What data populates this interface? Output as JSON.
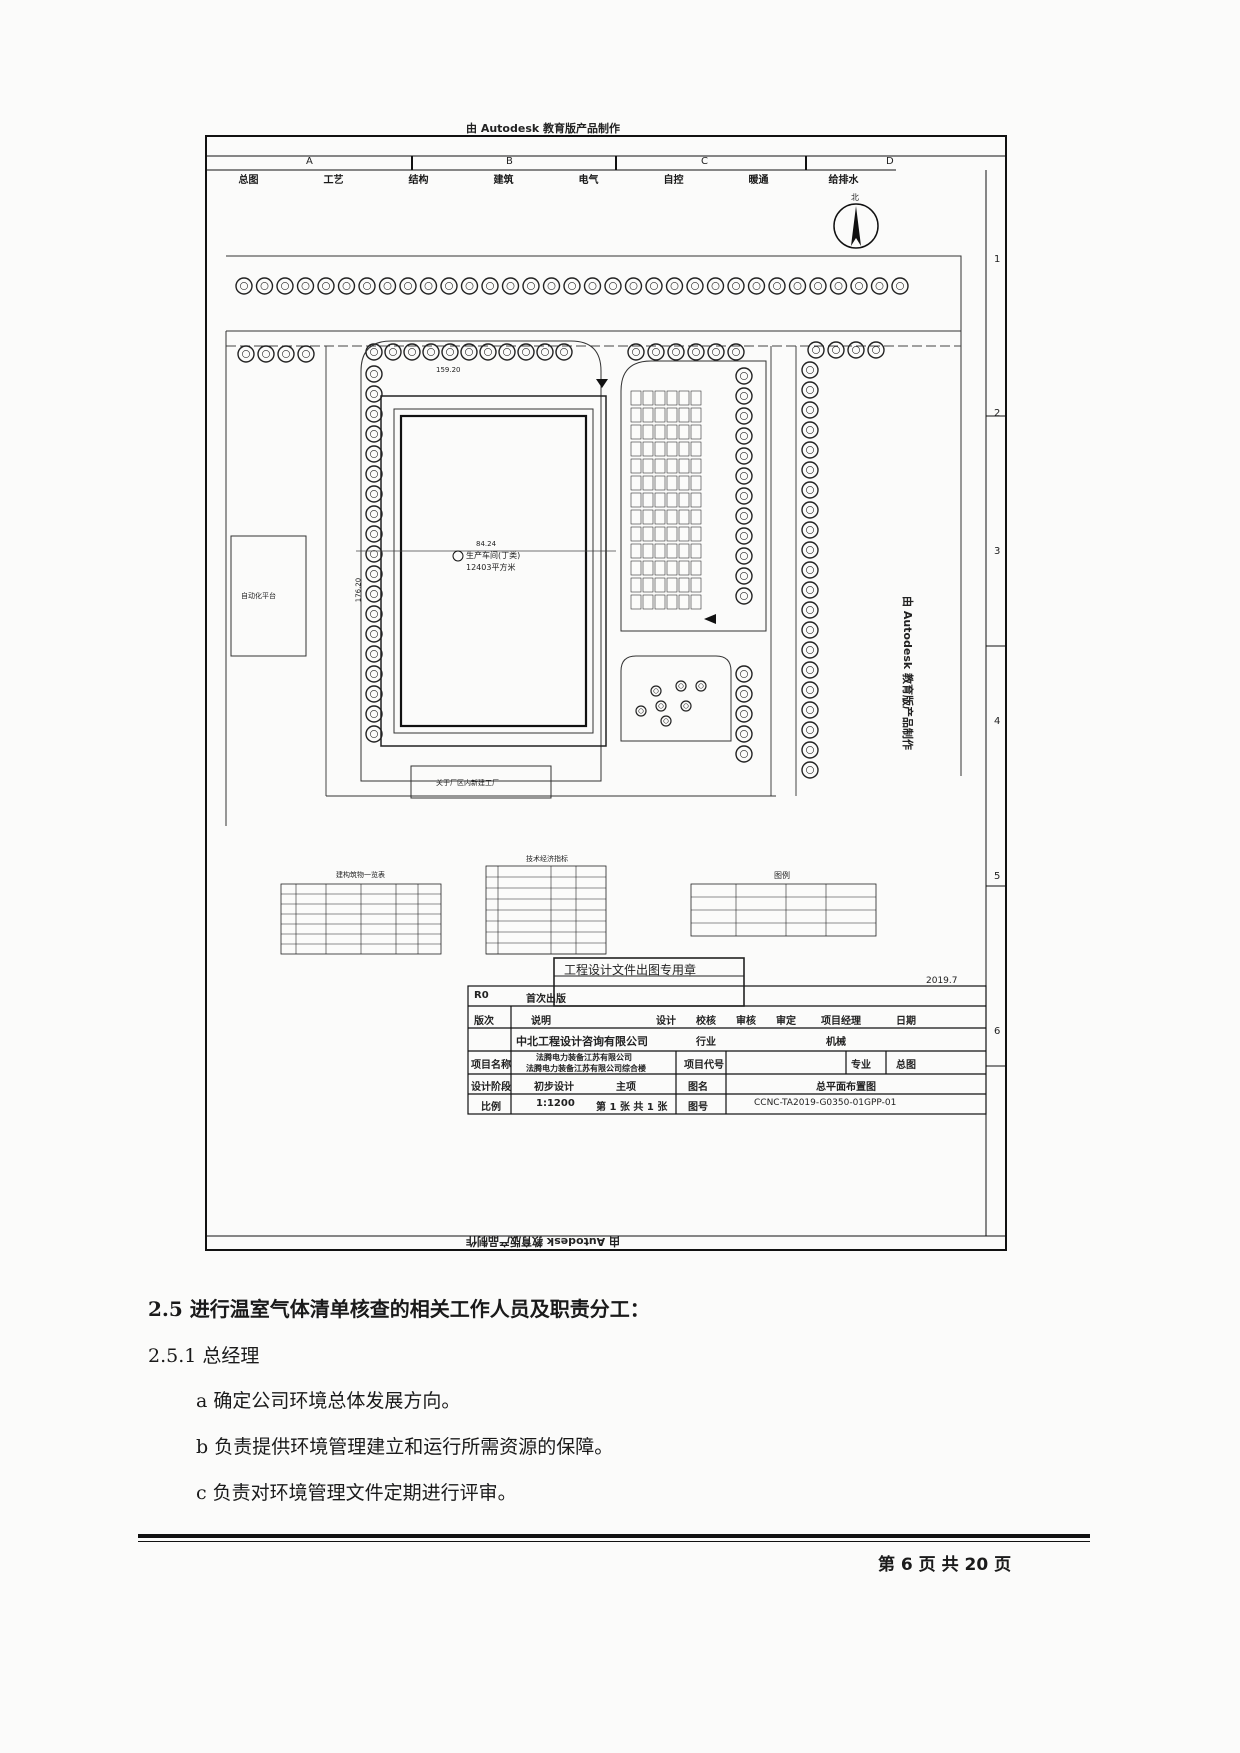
{
  "drawing": {
    "watermark_top": "由 Autodesk 教育版产品制作",
    "watermark_side": "由 Autodesk 教育版产品制作",
    "watermark_bottom": "由 Autodesk 教育版产品制作",
    "column_letters": [
      "A",
      "B",
      "C",
      "D"
    ],
    "row_numbers": [
      "1",
      "2",
      "3",
      "4",
      "5",
      "6"
    ],
    "discipline_headers": [
      "总图",
      "工艺",
      "结构",
      "建筑",
      "电气",
      "自控",
      "暖通",
      "给排水"
    ],
    "north_label": "北",
    "building_label": "生产车间(丁类)",
    "building_area": "12403平方米",
    "dim_width": "84.24",
    "dim_top": "159.20",
    "dim_side": "176.20",
    "left_lot_label": "自动化平台",
    "bottom_lot_label": "关于厂区内新建工厂",
    "table1_title": "建构筑物一览表",
    "table2_title": "技术经济指标",
    "legend_title": "图例",
    "stamp_text": "工程设计文件出图专用章",
    "title_block": {
      "rev": "R0",
      "first_issue": "首次出版",
      "version": "版次",
      "description": "说明",
      "design": "设计",
      "check": "校核",
      "review": "审核",
      "approve": "审定",
      "pm": "项目经理",
      "date_label": "日期",
      "date_value": "2019.7",
      "company": "中北工程设计咨询有限公司",
      "industry_label": "行业",
      "industry_value": "机械",
      "project_name_label": "项目名称",
      "project_name_1": "法腾电力装备江苏有限公司",
      "project_name_2": "法腾电力装备江苏有限公司综合楼",
      "project_code_label": "项目代号",
      "specialty_label": "专业",
      "specialty_value": "总图",
      "stage_label": "设计阶段",
      "stage_value": "初步设计",
      "main_item": "主项",
      "drawing_name_label": "图名",
      "drawing_name_value": "总平面布置图",
      "scale_label": "比例",
      "scale_value": "1:1200",
      "sheet": "第 1 张 共 1 张",
      "drawing_no_label": "图号",
      "drawing_no_value": "CCNC-TA2019-G0350-01GPP-01"
    }
  },
  "section": {
    "title": "2.5 进行温室气体清单核查的相关工作人员及职责分工：",
    "subsection": "2.5.1 总经理",
    "items": [
      "a 确定公司环境总体发展方向。",
      "b 负责提供环境管理建立和运行所需资源的保障。",
      "c 负责对环境管理文件定期进行评审。"
    ]
  },
  "footer": {
    "page": "第 6 页 共 20 页"
  }
}
